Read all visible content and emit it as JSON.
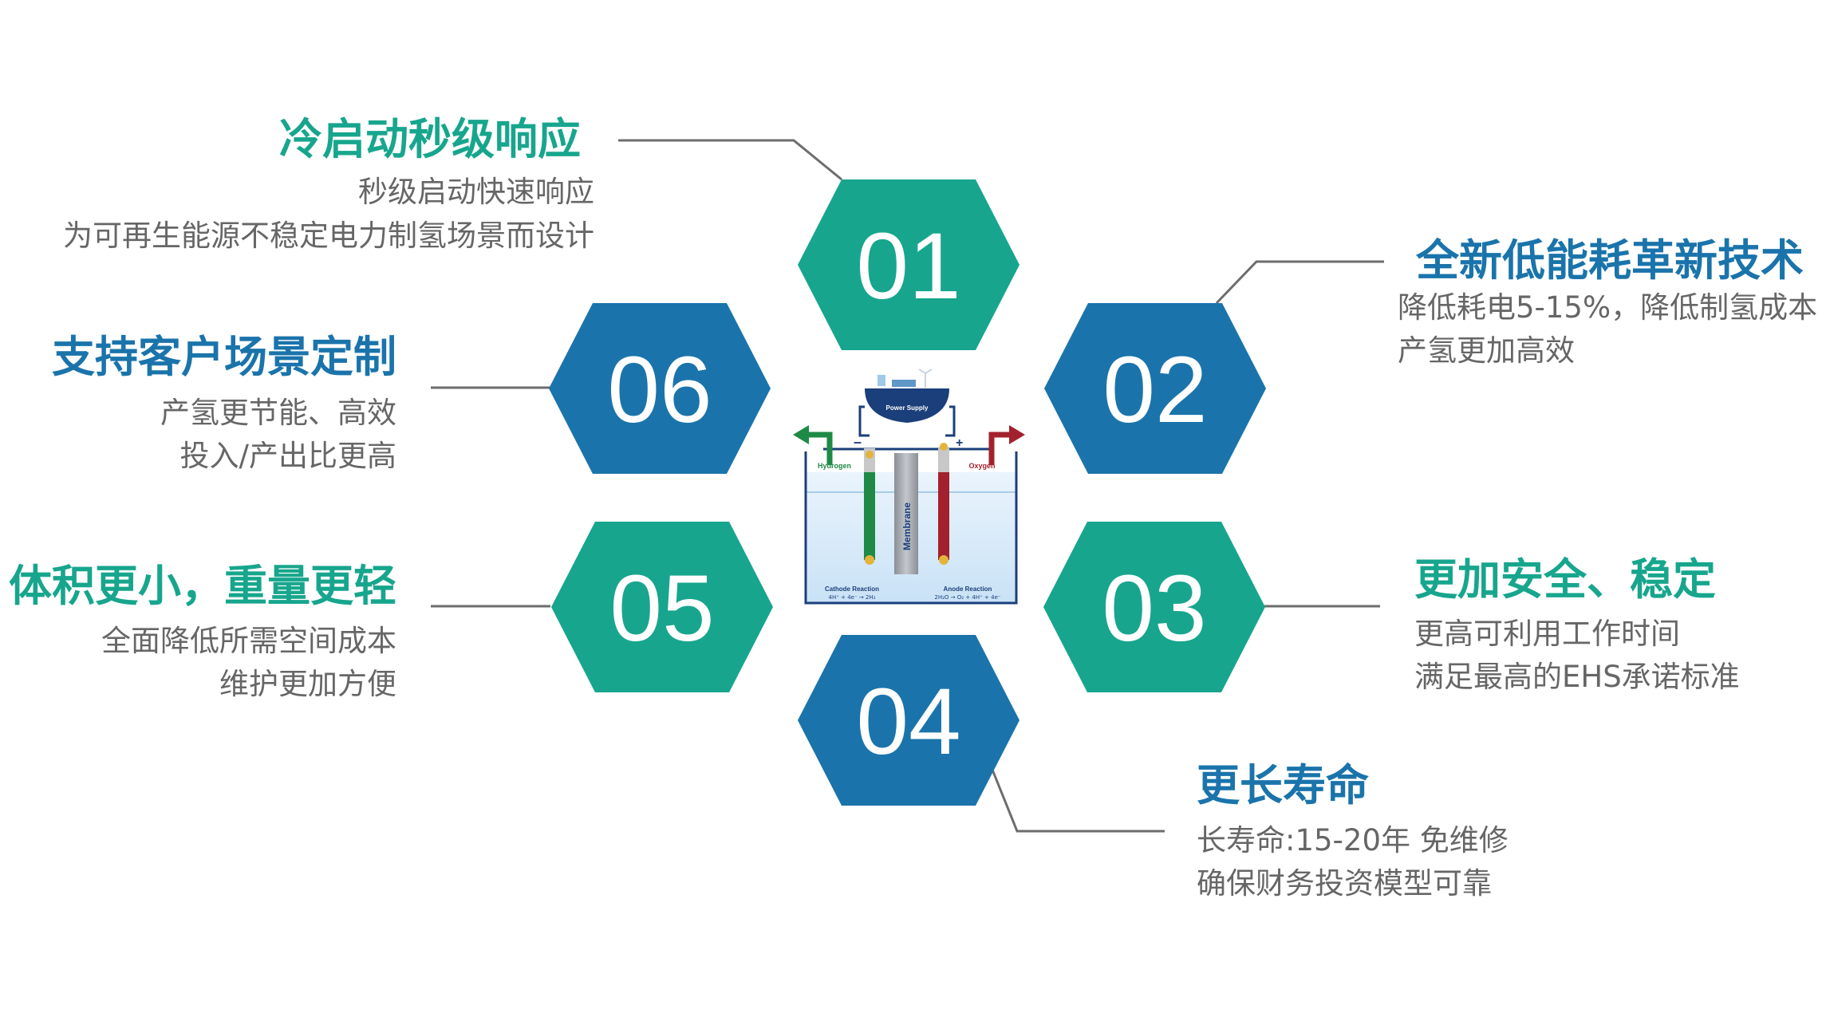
{
  "colors": {
    "teal": "#17a68d",
    "blue": "#1a74ab",
    "gray_text": "#666666",
    "connector": "#6d6d6d",
    "hydrogen": "#1e8a45",
    "oxygen": "#a3212d",
    "navy": "#1b3f7a"
  },
  "features": [
    {
      "num": "01",
      "title": "冷启动秒级响应",
      "lines": [
        "秒级启动快速响应",
        "为可再生能源不稳定电力制氢场景而设计"
      ],
      "color": "teal"
    },
    {
      "num": "02",
      "title": "全新低能耗革新技术",
      "lines": [
        "降低耗电5-15%，降低制氢成本",
        "产氢更加高效"
      ],
      "color": "blue"
    },
    {
      "num": "03",
      "title": "更加安全、稳定",
      "lines": [
        "更高可利用工作时间",
        "满足最高的EHS承诺标准"
      ],
      "color": "teal"
    },
    {
      "num": "04",
      "title": "更长寿命",
      "lines": [
        "长寿命:15-20年 免维修",
        "确保财务投资模型可靠"
      ],
      "color": "blue"
    },
    {
      "num": "05",
      "title": "体积更小，重量更轻",
      "lines": [
        "全面降低所需空间成本",
        "维护更加方便"
      ],
      "color": "teal"
    },
    {
      "num": "06",
      "title": "支持客户场景定制",
      "lines": [
        "产氢更节能、高效",
        "投入/产出比更高"
      ],
      "color": "blue"
    }
  ],
  "diagram": {
    "power_supply": "Power Supply",
    "hydrogen": "Hydrogen",
    "oxygen": "Oxygen",
    "membrane": "Membrane",
    "minus": "–",
    "plus": "+",
    "cathode_reaction": "Cathode Reaction",
    "anode_reaction": "Anode Reaction",
    "cathode_eq": "4H⁺ + 4e⁻ → 2H₂",
    "anode_eq": "2H₂O → O₂ + 4H⁺ + 4e⁻"
  }
}
